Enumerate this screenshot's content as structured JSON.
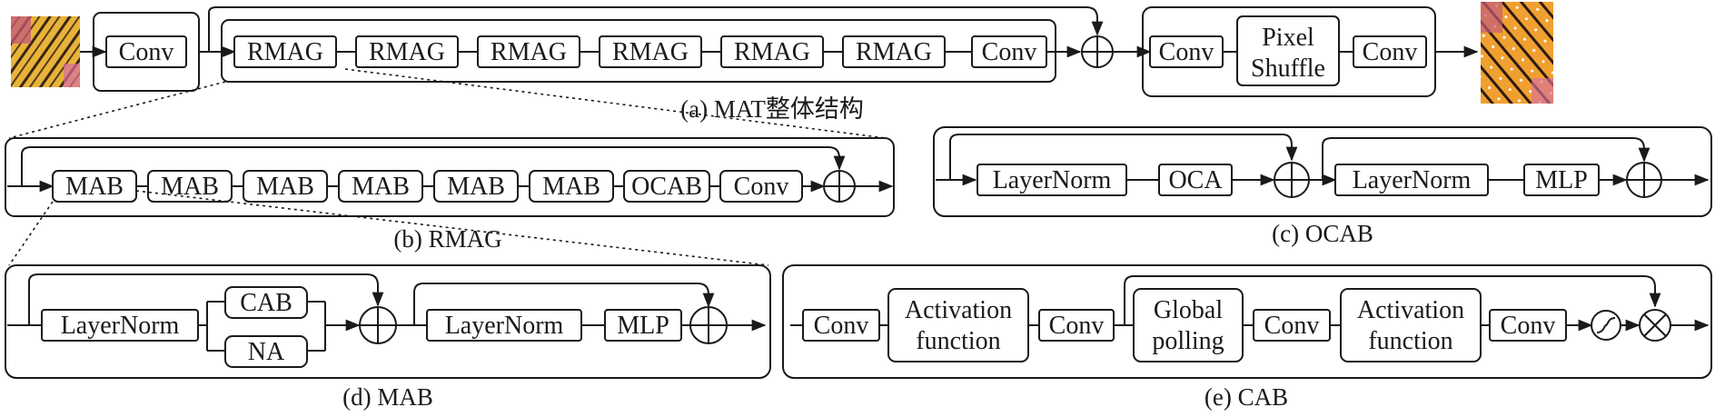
{
  "colors": {
    "ink": "#1a1a1a",
    "background": "#ffffff"
  },
  "icons": [
    "butterfly-image",
    "adder-icon",
    "multiplier-icon",
    "sigmoid-icon",
    "arrow-icon"
  ],
  "mat": {
    "caption": "(a) MAT整体结构",
    "shallow_conv": "Conv",
    "rmag_label": "RMAG",
    "body_conv": "Conv",
    "up_conv1": "Conv",
    "pixel_shuffle": [
      "Pixel",
      "Shuffle"
    ],
    "up_conv2": "Conv"
  },
  "rmag": {
    "caption": "(b) RMAG",
    "mab_label": "MAB",
    "ocab": "OCAB",
    "conv": "Conv"
  },
  "ocab": {
    "caption": "(c) OCAB",
    "layernorm1": "LayerNorm",
    "oca": "OCA",
    "layernorm2": "LayerNorm",
    "mlp": "MLP"
  },
  "mab": {
    "caption": "(d) MAB",
    "layernorm1": "LayerNorm",
    "cab": "CAB",
    "na": "NA",
    "layernorm2": "LayerNorm",
    "mlp": "MLP"
  },
  "cab": {
    "caption": "(e) CAB",
    "conv1": "Conv",
    "act1": [
      "Activation",
      "function"
    ],
    "conv2": "Conv",
    "global_pool": [
      "Global",
      "polling"
    ],
    "conv3": "Conv",
    "act2": [
      "Activation",
      "function"
    ],
    "conv4": "Conv"
  }
}
